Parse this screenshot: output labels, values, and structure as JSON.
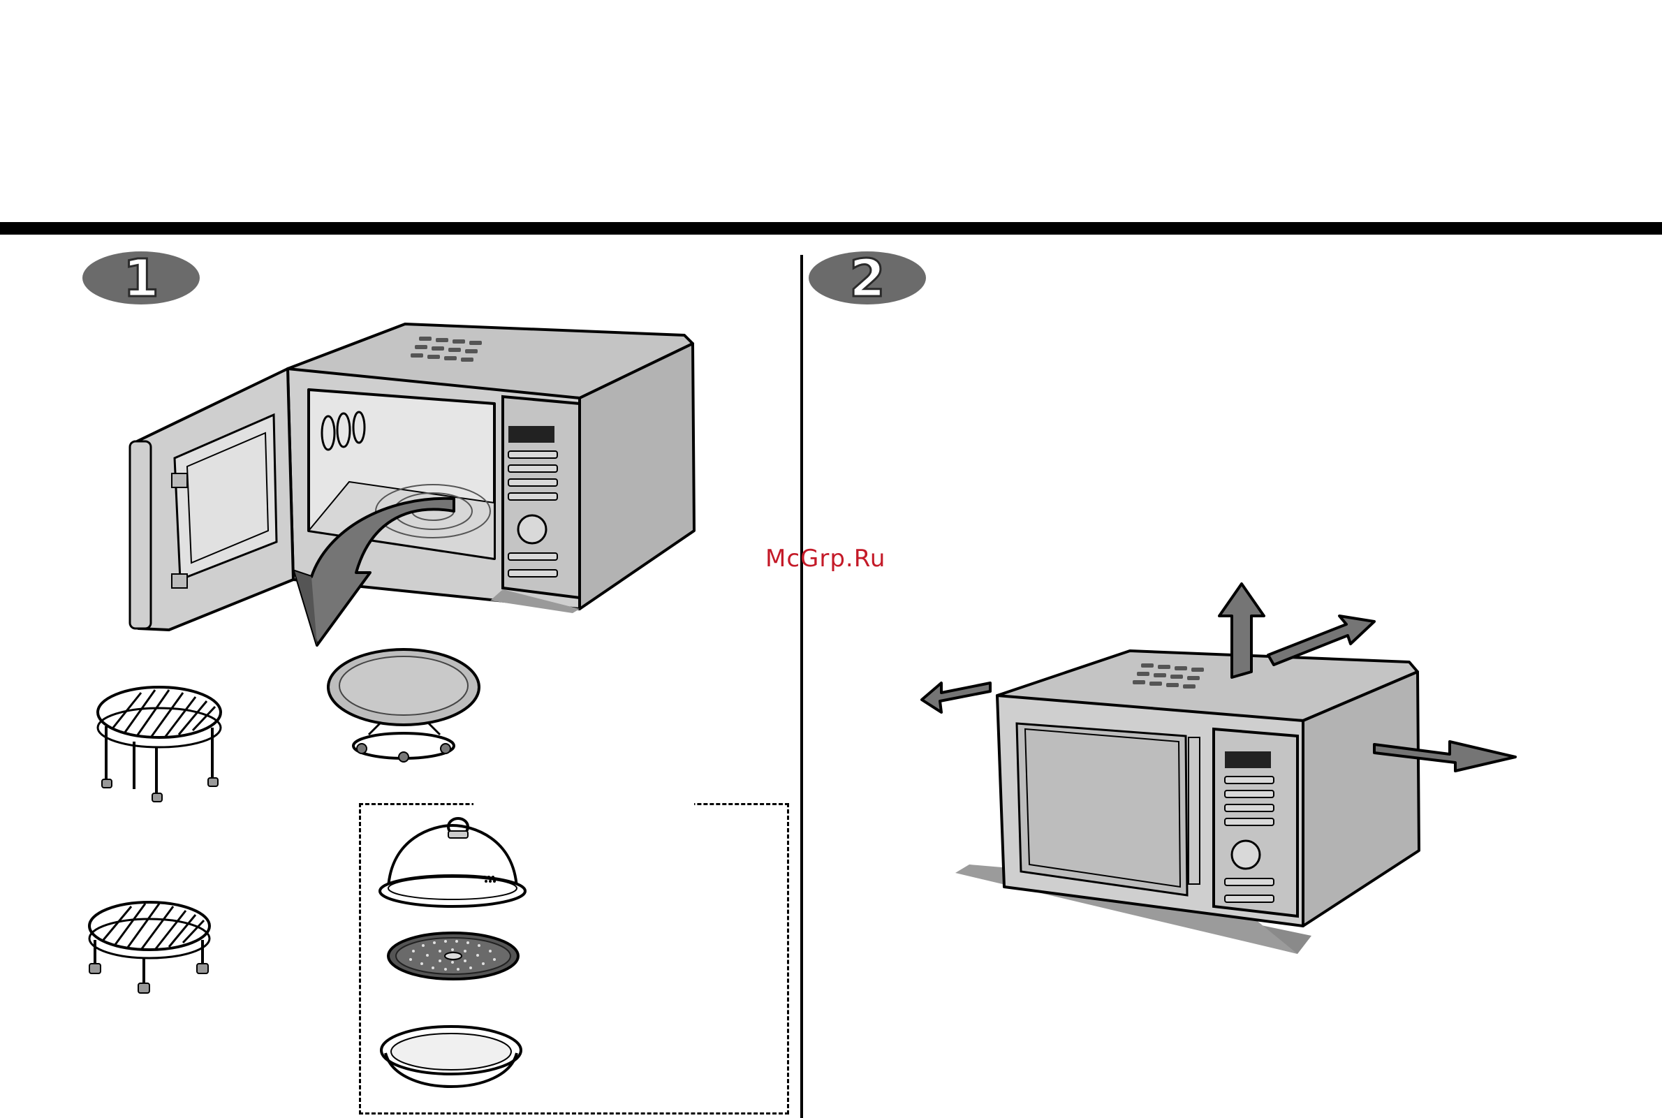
{
  "steps": [
    {
      "number": "1"
    },
    {
      "number": "2"
    }
  ],
  "watermark": "McGrp.Ru",
  "colors": {
    "line": "#000000",
    "appliance_fill": "#bdbdbd",
    "arrow_fill": "#757575",
    "badge_fill": "#6b6b6b",
    "watermark": "#c41a28"
  },
  "illustrations": {
    "step1": [
      "open-microwave",
      "turntable-removal-arrow",
      "glass-turntable-with-ring",
      "high-rack",
      "low-rack",
      "dome-cover",
      "crisp-plate",
      "baking-tray"
    ],
    "step2": [
      "microwave-front",
      "clearance-arrows"
    ]
  }
}
